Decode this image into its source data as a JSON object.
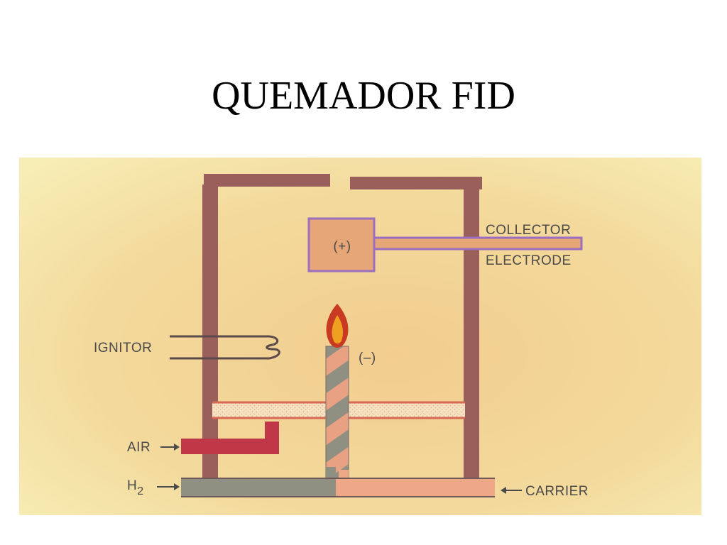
{
  "slide": {
    "title": "QUEMADOR FID"
  },
  "diagram": {
    "labels": {
      "collector_line1": "COLLECTOR",
      "collector_line2": "ELECTRODE",
      "collector_sign": "(+)",
      "jet_sign": "(–)",
      "ignitor": "IGNITOR",
      "air": "AIR",
      "h2_main": "H",
      "h2_sub": "2",
      "carrier": "CARRIER"
    },
    "colors": {
      "background_light": "#f6ecb4",
      "background_warm": "#f1d090",
      "housing": "#9a5f5a",
      "collector_border": "#9b6fc0",
      "collector_fill": "#e7a677",
      "air_inlet": "#c03848",
      "h2_line": "#8f8f82",
      "carrier_line": "#eea888",
      "flame_outer": "#c83a22",
      "flame_inner": "#f0a020",
      "jet_stripe_light": "#e9a184",
      "jet_stripe_dark": "#8f8f82"
    }
  }
}
